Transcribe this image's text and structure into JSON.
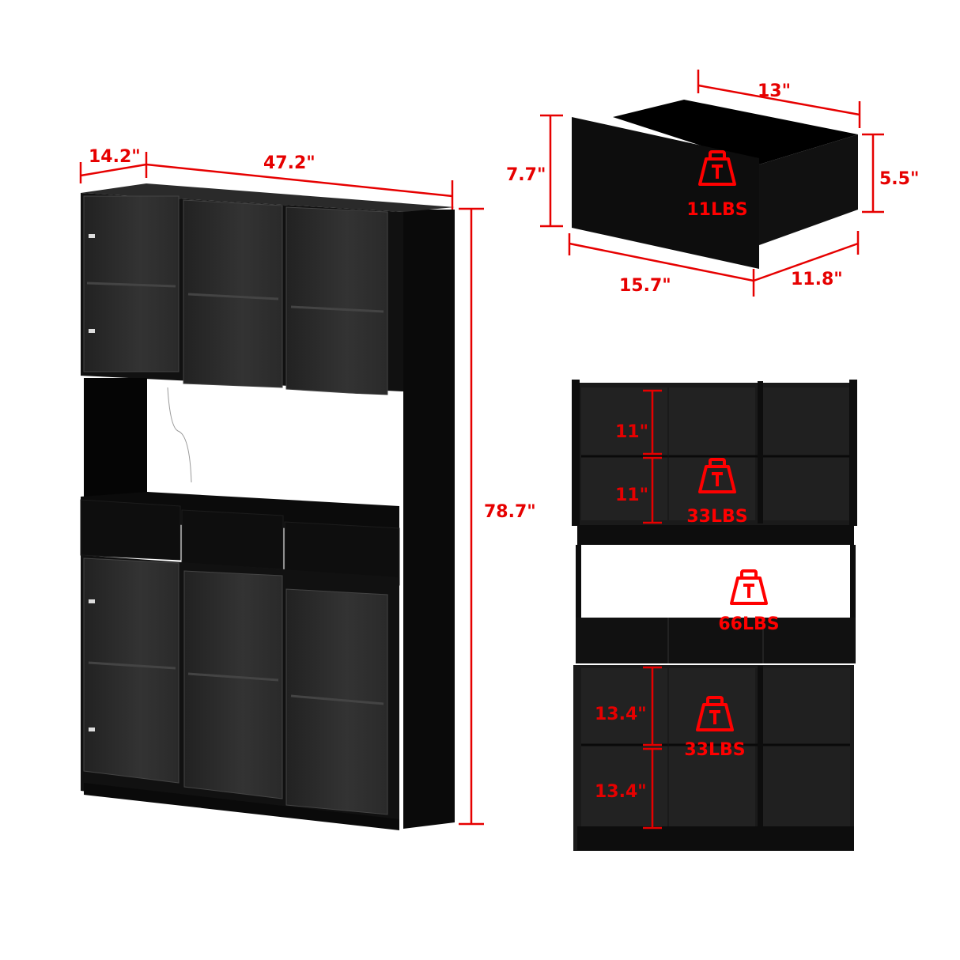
{
  "main_cabinet": {
    "depth_label": "14.2\"",
    "width_label": "47.2\"",
    "height_label": "78.7\""
  },
  "drawer": {
    "height_front_label": "7.7\"",
    "width_back_label": "13\"",
    "height_side_label": "5.5\"",
    "width_front_label": "15.7\"",
    "depth_label": "11.8\"",
    "weight_label": "11LBS",
    "weight_icon_letter": "T"
  },
  "front_view": {
    "upper_shelf_1_label": "11\"",
    "upper_shelf_2_label": "11\"",
    "upper_weight_label": "33LBS",
    "middle_weight_label": "66LBS",
    "lower_shelf_1_label": "13.4\"",
    "lower_shelf_2_label": "13.4\"",
    "lower_weight_label": "33LBS",
    "weight_icon_letter": "T"
  },
  "colors": {
    "dimension_red": "#e60000",
    "weight_red": "#ff0000",
    "cabinet_black": "#0d0d0d",
    "glass_gray": "#2b2b2b"
  }
}
